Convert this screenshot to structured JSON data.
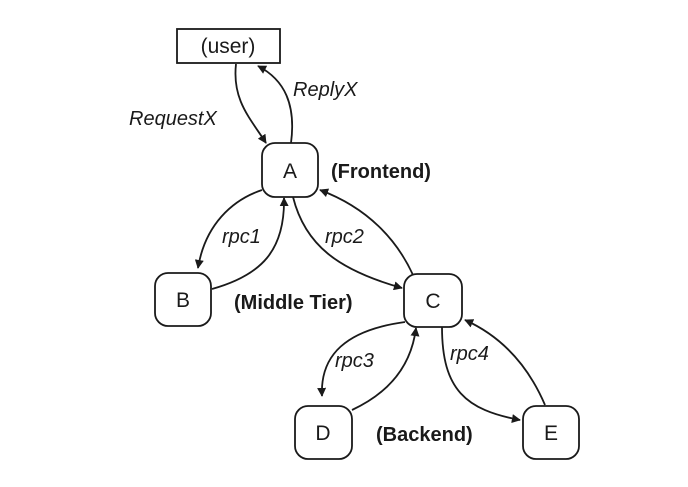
{
  "nodes": {
    "user": "(user)",
    "a": "A",
    "b": "B",
    "c": "C",
    "d": "D",
    "e": "E"
  },
  "edges": {
    "request": "RequestX",
    "reply": "ReplyX",
    "rpc1": "rpc1",
    "rpc2": "rpc2",
    "rpc3": "rpc3",
    "rpc4": "rpc4"
  },
  "tiers": {
    "frontend": "(Frontend)",
    "middle": "(Middle Tier)",
    "backend": "(Backend)"
  },
  "colors": {
    "stroke": "#1a1a1a",
    "background": "#ffffff"
  }
}
